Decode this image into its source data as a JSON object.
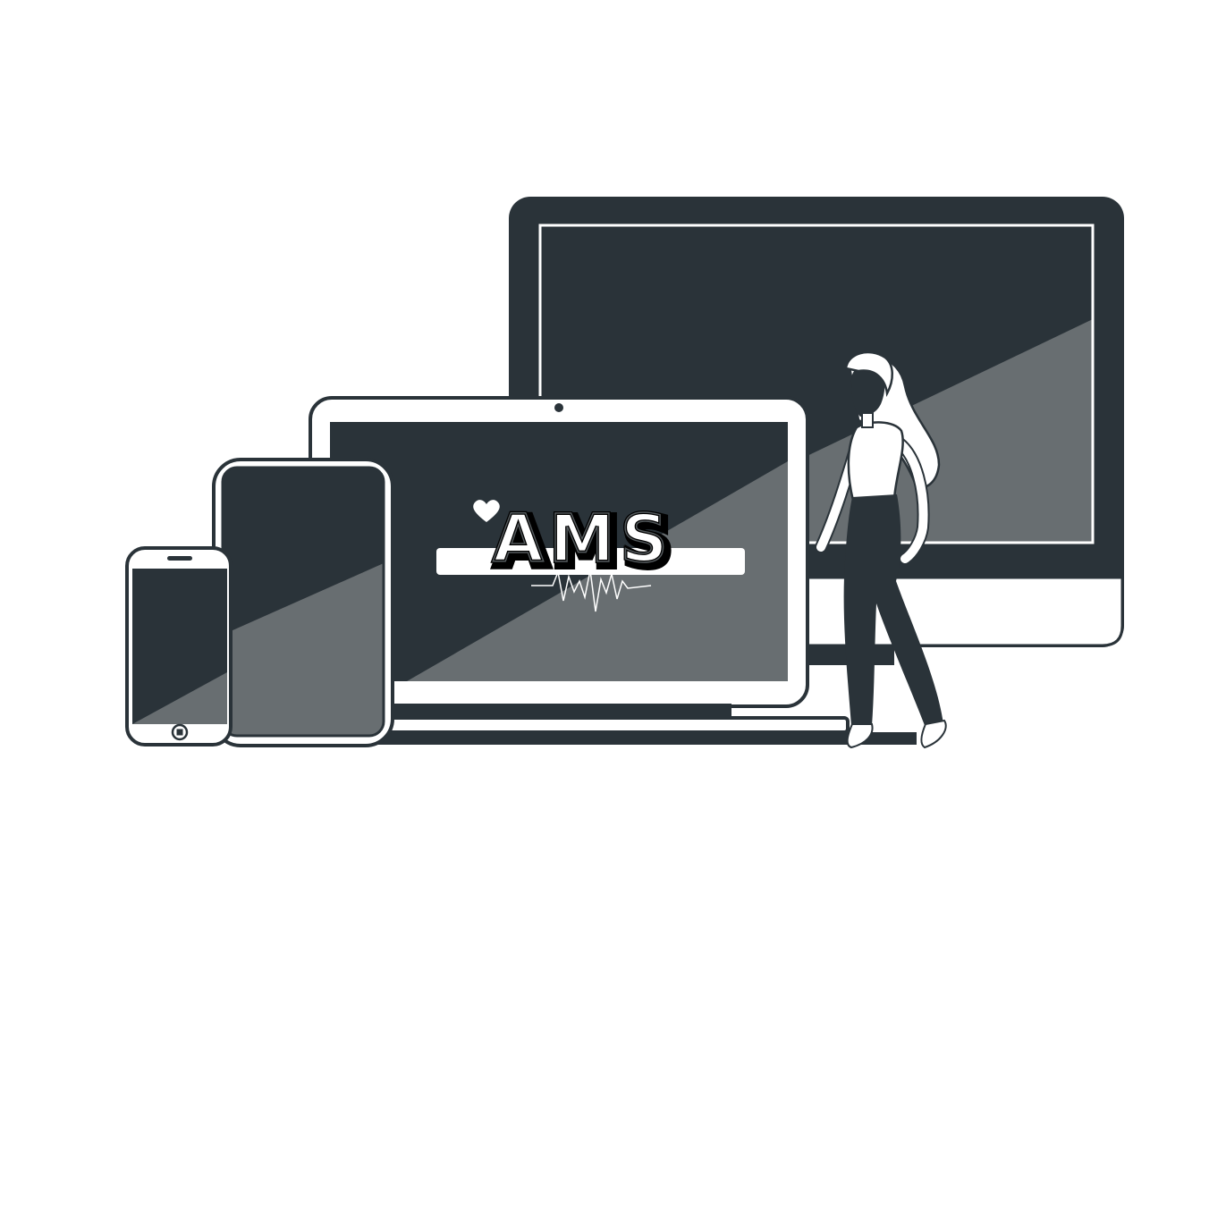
{
  "logo": {
    "text": "AMS",
    "heart_icon": "heart-icon",
    "pulse_icon": "heartbeat-line-icon"
  },
  "colors": {
    "dark": "#2a3339",
    "mid": "#686e71",
    "white": "#ffffff",
    "background": "#ffffff"
  },
  "devices": [
    "desktop-monitor",
    "laptop",
    "tablet",
    "smartphone"
  ],
  "figure": "standing-woman"
}
